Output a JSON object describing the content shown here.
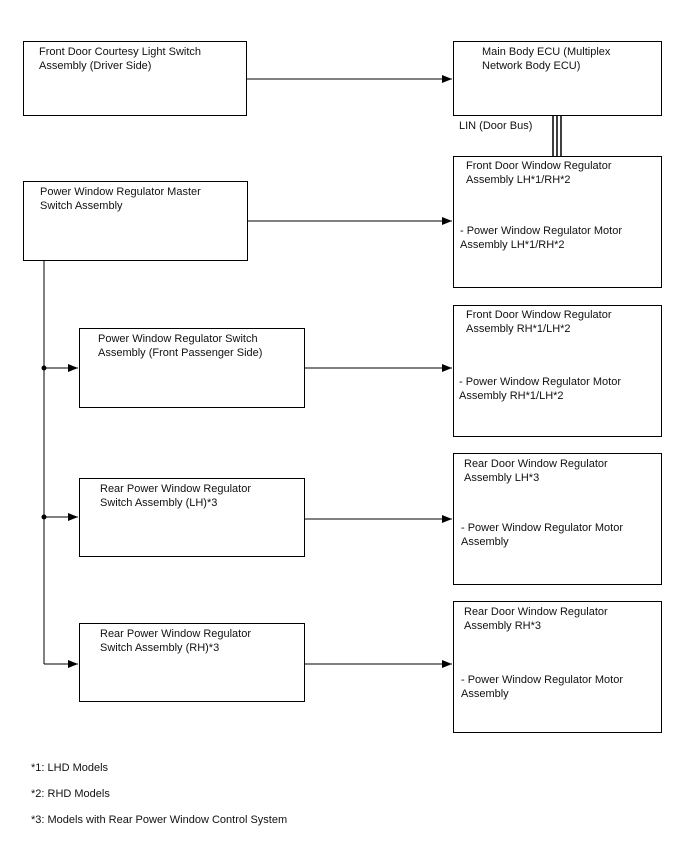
{
  "boxes": {
    "courtesy_switch": "Front Door Courtesy Light Switch\nAssembly (Driver Side)",
    "main_ecu": "Main Body ECU (Multiplex\nNetwork Body ECU)",
    "master_switch": "Power Window Regulator Master\nSwitch Assembly",
    "front_door_lh": {
      "title": "Front Door Window Regulator\nAssembly LH*1/RH*2",
      "sub": "- Power Window Regulator Motor\nAssembly LH*1/RH*2"
    },
    "passenger_switch": "Power Window Regulator Switch\nAssembly (Front Passenger Side)",
    "front_door_rh": {
      "title": "Front Door Window Regulator\nAssembly RH*1/LH*2",
      "sub": "- Power Window Regulator Motor\nAssembly RH*1/LH*2"
    },
    "rear_switch_lh": "Rear Power Window Regulator\nSwitch Assembly (LH)*3",
    "rear_door_lh": {
      "title": "Rear Door Window Regulator\nAssembly LH*3",
      "sub": "- Power Window Regulator Motor\nAssembly"
    },
    "rear_switch_rh": "Rear Power Window Regulator\nSwitch Assembly (RH)*3",
    "rear_door_rh": {
      "title": "Rear Door Window Regulator\nAssembly RH*3",
      "sub": "- Power Window Regulator Motor\nAssembly"
    }
  },
  "bus_label": "LIN (Door Bus)",
  "notes": [
    "*1: LHD Models",
    "*2: RHD Models",
    "*3: Models with Rear Power Window Control System"
  ]
}
